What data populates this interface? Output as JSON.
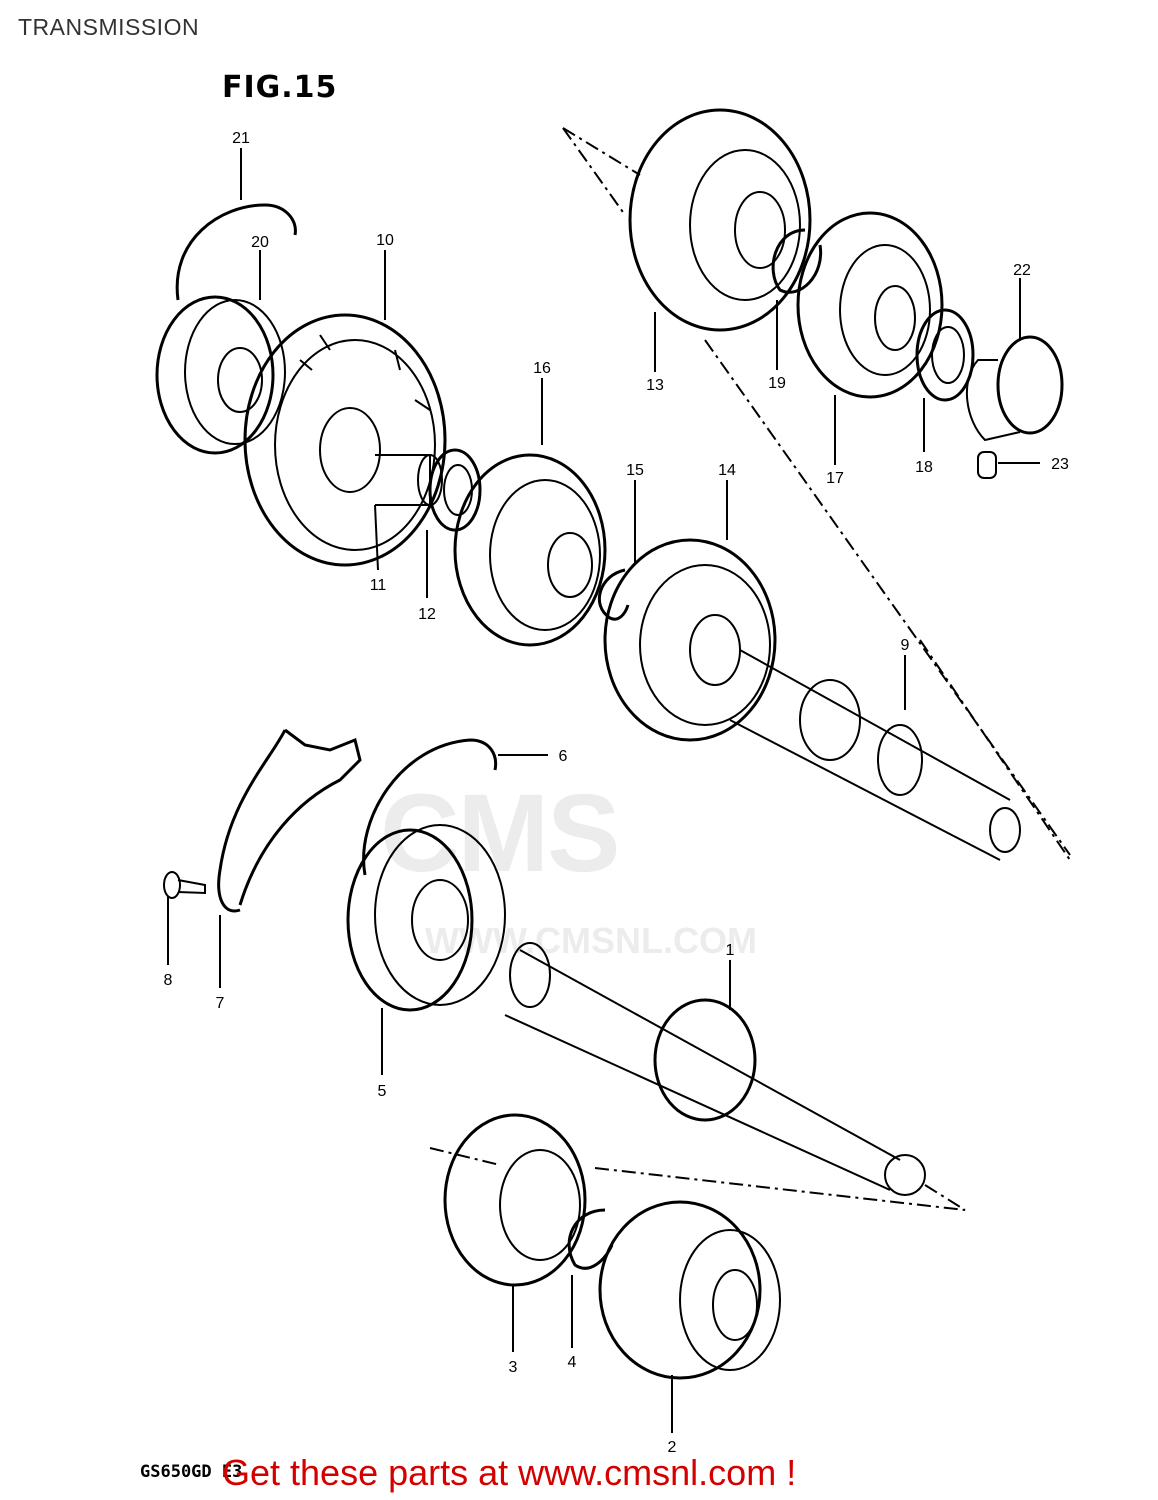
{
  "header": {
    "title": "TRANSMISSION"
  },
  "figure": {
    "label": "FIG.15"
  },
  "watermark": {
    "logo": "CMS",
    "url": "WWW.CMSNL.COM"
  },
  "footer": {
    "model_code": "GS650GD E3",
    "cta": "Get these parts at www.cmsnl.com !"
  },
  "callouts": [
    "1",
    "2",
    "3",
    "4",
    "5",
    "6",
    "7",
    "8",
    "9",
    "10",
    "11",
    "12",
    "13",
    "14",
    "15",
    "16",
    "17",
    "18",
    "19",
    "20",
    "21",
    "22",
    "23"
  ],
  "colors": {
    "line": "#000000",
    "cta": "#d40000",
    "watermark": "#ececec"
  }
}
